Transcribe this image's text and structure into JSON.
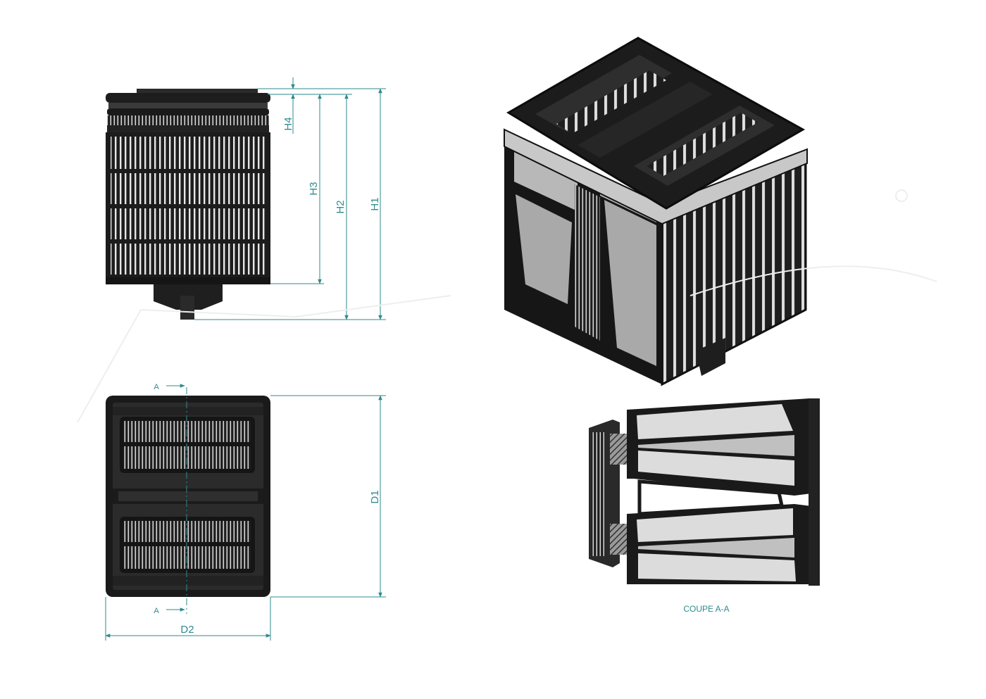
{
  "dimensions": {
    "h1": "H1",
    "h2": "H2",
    "h3": "H3",
    "h4": "H4",
    "d1": "D1",
    "d2": "D2"
  },
  "section": {
    "marker_top": "A",
    "marker_bottom": "A",
    "caption": "COUPE A-A"
  },
  "colors": {
    "dimension_line": "#2e8a8e",
    "body_dark": "#1b1b1b",
    "panel_gray": "#a9a9a9",
    "panel_light": "#dcdcdc"
  }
}
